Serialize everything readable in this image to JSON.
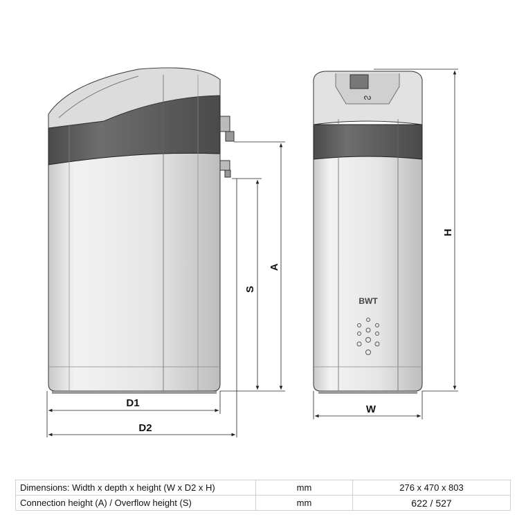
{
  "drawing": {
    "labels": {
      "D1": "D1",
      "D2": "D2",
      "A": "A",
      "S": "S",
      "H": "H",
      "W": "W"
    },
    "brand": "BWT"
  },
  "spec_table": {
    "rows": [
      {
        "label": "Dimensions: Width x depth x height (W x D2 x H)",
        "unit": "mm",
        "value": "276 x 470 x 803"
      },
      {
        "label": "Connection height (A) / Overflow height (S)",
        "unit": "mm",
        "value": "622 / 527"
      }
    ]
  }
}
